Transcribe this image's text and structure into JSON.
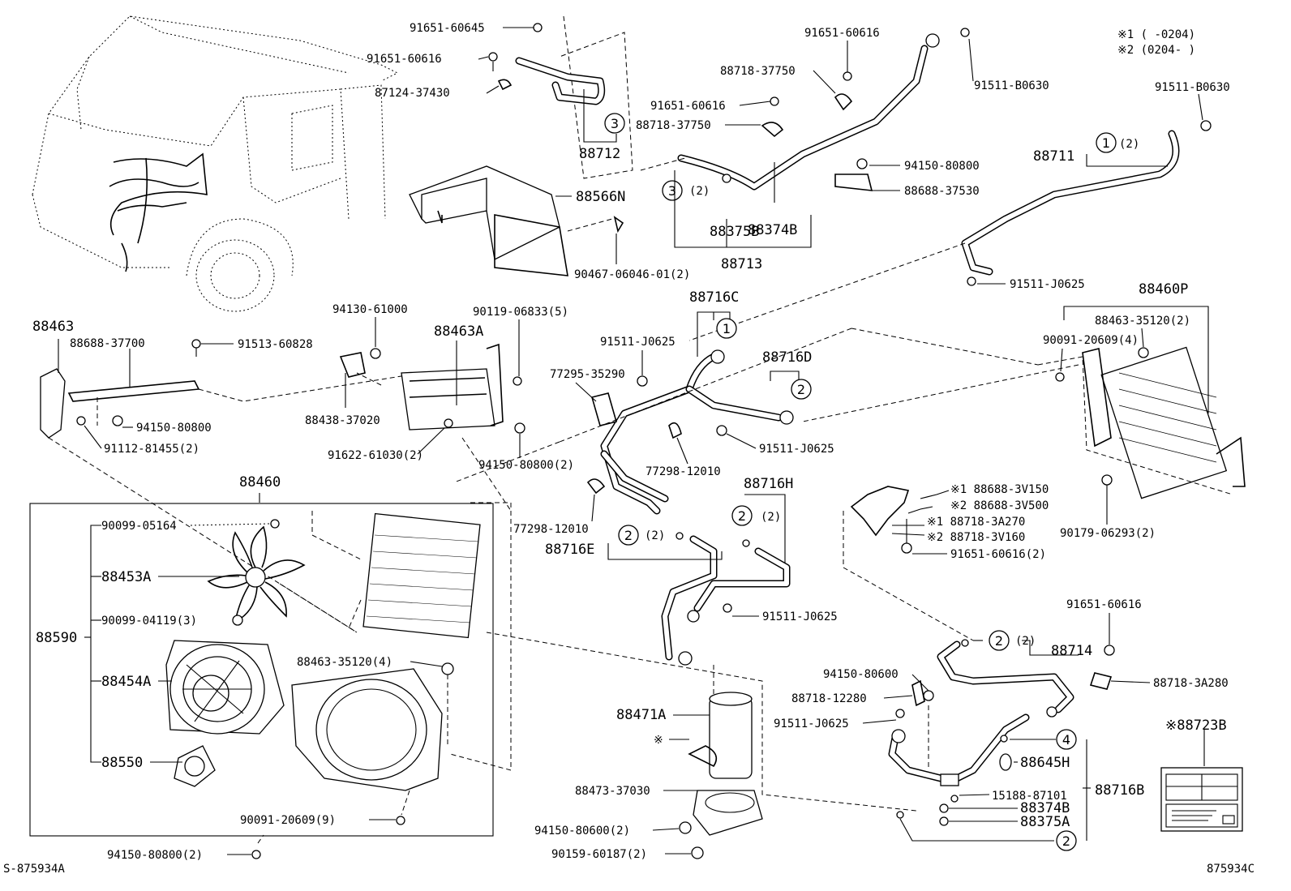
{
  "diagram": {
    "code_left": "S-875934A",
    "code_right": "875934C",
    "legend": {
      "line1": "※1 (        -0204)",
      "line2": "※2 (0204-        )"
    },
    "labels": {
      "p91651_60645": "91651-60645",
      "p91651_60616_a": "91651-60616",
      "p87124_37430": "87124-37430",
      "p88712": "88712",
      "p91651_60616_b": "91651-60616",
      "p88718_37750_a": "88718-37750",
      "p91651_60616_c": "91651-60616",
      "p88718_37750_b": "88718-37750",
      "p91511_b0630_a": "91511-B0630",
      "p94150_80800_a": "94150-80800",
      "p88688_37530": "88688-37530",
      "p88375b": "88375B",
      "p88374b": "88374B",
      "p88713": "88713",
      "p88566n": "88566N",
      "p90467": "90467-06046-01(2)",
      "p91511_b0630_b": "91511-B0630",
      "p88711": "88711",
      "p91511_j0625_a": "91511-J0625",
      "p88460p": "88460P",
      "p88463_35120_a": "88463-35120(2)",
      "p90091_20609_a": "90091-20609(4)",
      "p88463": "88463",
      "p88688_37700": "88688-37700",
      "p91513_60828": "91513-60828",
      "p94150_80800_b": "94150-80800",
      "p91112_81455": "91112-81455(2)",
      "p94130_61000": "94130-61000",
      "p88463a": "88463A",
      "p90119_06833": "90119-06833(5)",
      "p88438_37020": "88438-37020",
      "p91622_61030": "91622-61030(2)",
      "p94150_80800_c": "94150-80800(2)",
      "p88716c": "88716C",
      "p91511_j0625_b": "91511-J0625",
      "p77295_35290": "77295-35290",
      "p88716d": "88716D",
      "p91511_j0625_c": "91511-J0625",
      "p77298_12010_a": "77298-12010",
      "p77298_12010_b": "77298-12010",
      "p88716h": "88716H",
      "p88716e": "88716E",
      "p91511_j0625_d": "91511-J0625",
      "p88460": "88460",
      "p90099_05164": "90099-05164",
      "p88453a": "88453A",
      "p90099_04119": "90099-04119(3)",
      "p88590": "88590",
      "p88454a": "88454A",
      "p88550": "88550",
      "p88463_35120_b": "88463-35120(4)",
      "p90091_20609_b": "90091-20609(9)",
      "p94150_80800_d": "94150-80800(2)",
      "p88471a": "88471A",
      "p_star": "※",
      "p88473_37030": "88473-37030",
      "p94150_80600_a": "94150-80600(2)",
      "p90159_60187": "90159-60187(2)",
      "p88688_3v150": "※1 88688-3V150",
      "p88688_3v500": "※2 88688-3V500",
      "p88718_3a270": "※1 88718-3A270",
      "p88718_3v160": "※2 88718-3V160",
      "p91651_60616_d": "91651-60616(2)",
      "p90179_06293": "90179-06293(2)",
      "p91651_60616_e": "91651-60616",
      "p88714": "88714",
      "p88718_3a280": "88718-3A280",
      "p94150_80600_b": "94150-80600",
      "p88718_12280": "88718-12280",
      "p91511_j0625_e": "91511-J0625",
      "p88645h": "88645H",
      "p15188_87101": "15188-87101",
      "p88716b": "88716B",
      "p88374b_2": "88374B",
      "p88375a": "88375A",
      "p88723b": "※88723B",
      "qty2": "(2)"
    },
    "circles": {
      "c1": "1",
      "c2": "2",
      "c3": "3",
      "c4": "4"
    }
  }
}
